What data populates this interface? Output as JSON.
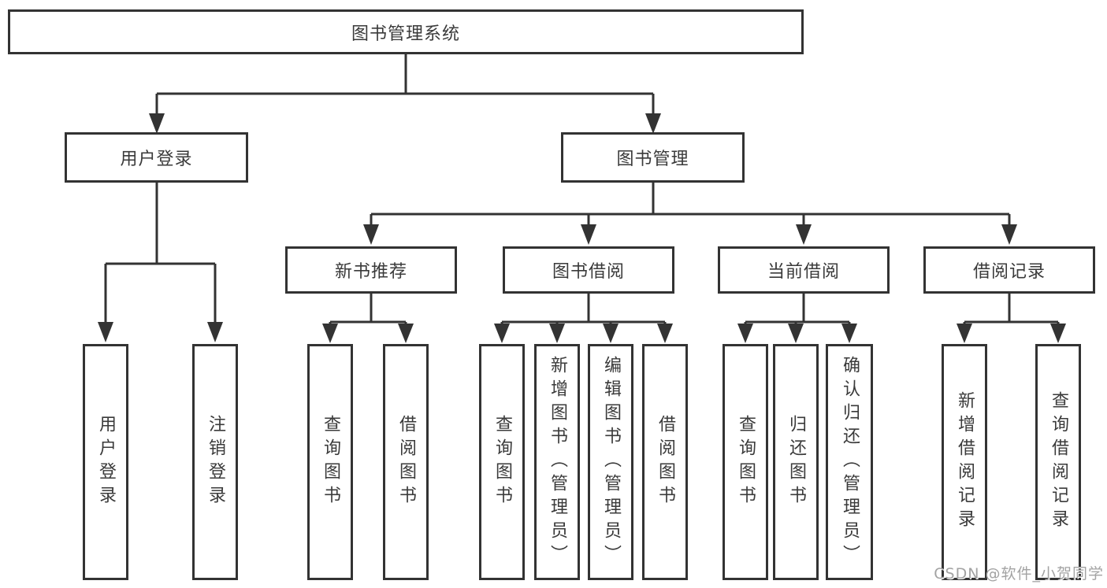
{
  "colors": {
    "line": "#333333",
    "text": "#3a3a3a",
    "bg": "#ffffff",
    "watermark": "#a3a3a3"
  },
  "nodes": {
    "root": "图书管理系统",
    "user_login": "用户登录",
    "book_mgmt": "图书管理",
    "new_book_rec": "新书推荐",
    "book_borrow": "图书借阅",
    "current_borrow": "当前借阅",
    "borrow_records": "借阅记录",
    "leaf_user_login": "用户登录",
    "leaf_logout": "注销登录",
    "leaf_query_book_a": "查询图书",
    "leaf_borrow_book_a": "借阅图书",
    "leaf_query_book_b": "查询图书",
    "leaf_add_book": "新增图书（管理员）",
    "leaf_edit_book": "编辑图书（管理员）",
    "leaf_borrow_book_b": "借阅图书",
    "leaf_query_book_c": "查询图书",
    "leaf_return_book": "归还图书",
    "leaf_confirm_return": "确认归还（管理员）",
    "leaf_add_record": "新增借阅记录",
    "leaf_query_record": "查询借阅记录"
  },
  "watermark": {
    "text": "CSDN @软件_小贺同学"
  }
}
